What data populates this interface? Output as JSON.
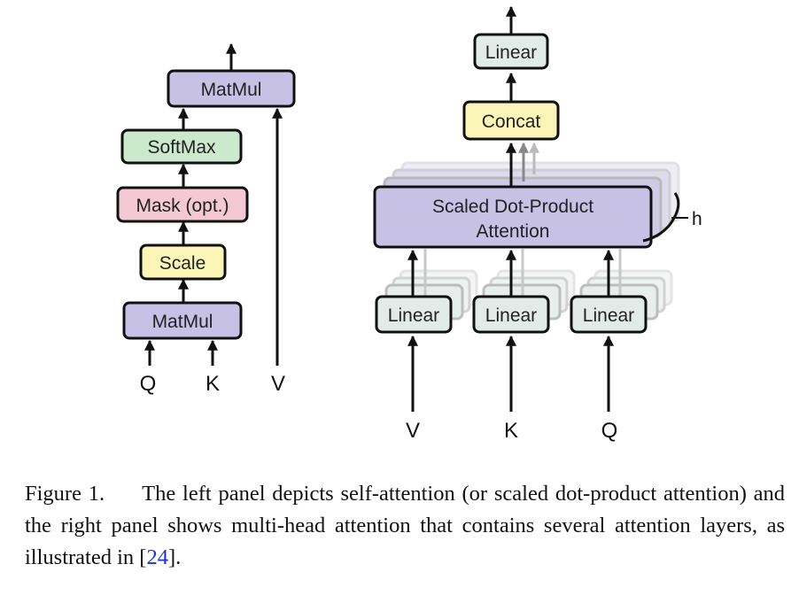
{
  "left_panel": {
    "boxes": {
      "matmul_top": "MatMul",
      "softmax": "SoftMax",
      "mask": "Mask (opt.)",
      "scale": "Scale",
      "matmul_bottom": "MatMul"
    },
    "inputs": {
      "q": "Q",
      "k": "K",
      "v": "V"
    }
  },
  "right_panel": {
    "boxes": {
      "linear_top": "Linear",
      "concat": "Concat",
      "attention_line1": "Scaled Dot-Product",
      "attention_line2": "Attention",
      "linear_v": "Linear",
      "linear_k": "Linear",
      "linear_q": "Linear"
    },
    "heads_label": "h",
    "inputs": {
      "v": "V",
      "k": "K",
      "q": "Q"
    }
  },
  "colors": {
    "matmul": "#c7c1e6",
    "softmax": "#cbe9cd",
    "mask": "#f5c8d6",
    "scale": "#fbf5b8",
    "linear": "#e3ebe8",
    "concat": "#fbf5b8",
    "attention": "#c7c1e6"
  },
  "caption": {
    "label": "Figure 1.",
    "text": "The left panel depicts self-attention (or scaled dot-product attention) and the right panel shows multi-head attention that contains several attention layers, as illustrated in [",
    "ref": "24",
    "end": "]."
  }
}
